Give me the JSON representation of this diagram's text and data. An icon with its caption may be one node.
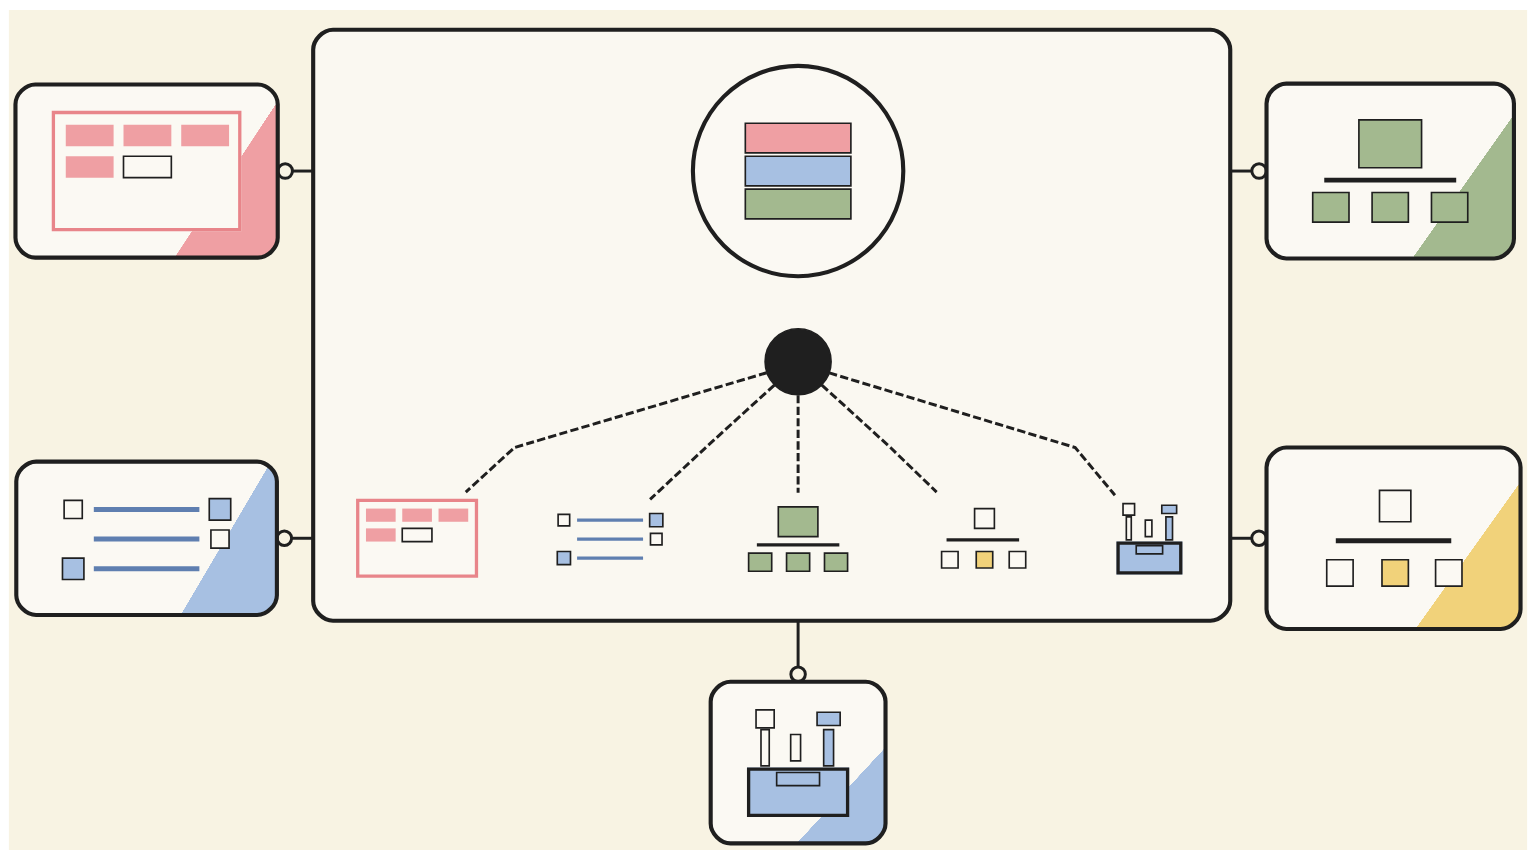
{
  "diagram": {
    "nodes": [
      {
        "text": [],
        "shape": "box"
      },
      {
        "text": [],
        "shape": "picture",
        "in": 0
      },
      {
        "text": [],
        "shape": "circle",
        "in": 0
      },
      {
        "text": [],
        "shape": "picture",
        "in": 0
      },
      {
        "text": [],
        "shape": "picture",
        "in": 0
      },
      {
        "text": [],
        "shape": "picture",
        "in": 0
      },
      {
        "text": [],
        "shape": "picture",
        "in": 0
      },
      {
        "text": [],
        "shape": "picture",
        "in": 0
      },
      {
        "text": [],
        "shape": "picture"
      },
      {
        "text": [],
        "shape": "picture"
      },
      {
        "text": [],
        "shape": "picture"
      },
      {
        "text": [],
        "shape": "picture"
      },
      {
        "text": [],
        "shape": "picture"
      }
    ],
    "edges": [
      {
        "from": 8,
        "to": 0,
        "arrow": "other"
      },
      {
        "from": 9,
        "to": 0,
        "arrow": "other"
      },
      {
        "from": 0,
        "to": 10,
        "arrow": "other"
      },
      {
        "from": 0,
        "to": 11,
        "arrow": "other"
      },
      {
        "from": 2,
        "to": 3,
        "arrow": "none",
        "style": "dashed"
      },
      {
        "from": 2,
        "to": 4,
        "arrow": "none",
        "style": "dashed"
      },
      {
        "from": 2,
        "to": 5,
        "arrow": "none",
        "style": "dashed"
      },
      {
        "from": 2,
        "to": 6,
        "arrow": "none",
        "style": "dashed"
      },
      {
        "from": 2,
        "to": 7,
        "arrow": "none",
        "style": "dashed"
      },
      {
        "from": 0,
        "to": 12,
        "arrow": "other"
      }
    ]
  }
}
